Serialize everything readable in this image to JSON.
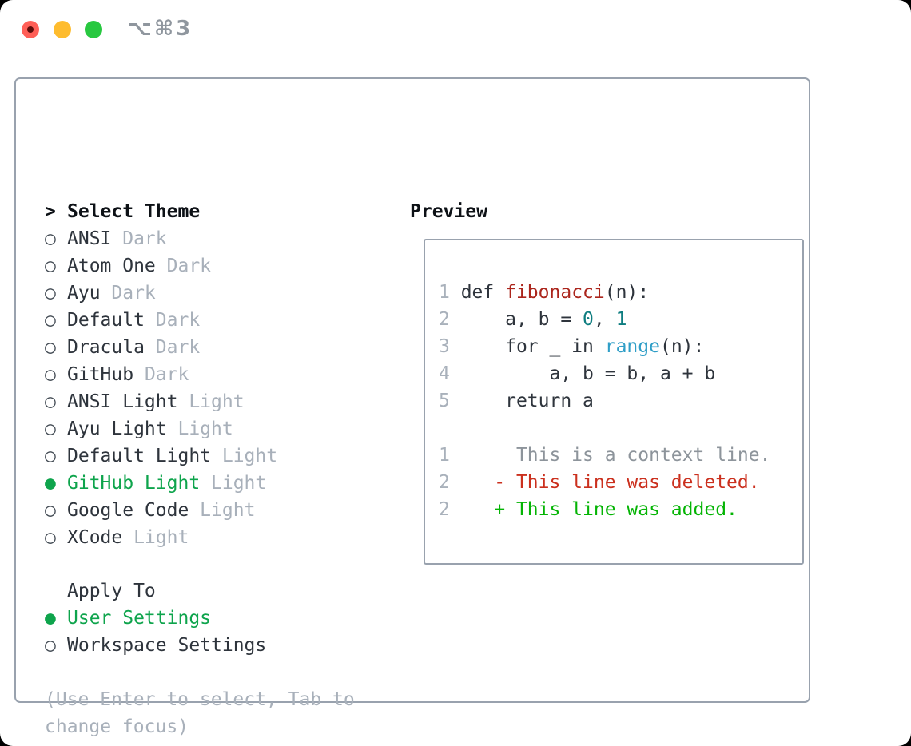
{
  "window": {
    "title_shortcut": "⌥⌘3"
  },
  "titlebar_icons": [
    "close-button",
    "minimize-button",
    "zoom-button"
  ],
  "theme_picker": {
    "prompt": ">",
    "header": "Select Theme",
    "radio_unselected_glyph": "○",
    "radio_selected_glyph": "●",
    "themes": [
      {
        "name": "ANSI",
        "variant": "Dark",
        "selected": false
      },
      {
        "name": "Atom One",
        "variant": "Dark",
        "selected": false
      },
      {
        "name": "Ayu",
        "variant": "Dark",
        "selected": false
      },
      {
        "name": "Default",
        "variant": "Dark",
        "selected": false
      },
      {
        "name": "Dracula",
        "variant": "Dark",
        "selected": false
      },
      {
        "name": "GitHub",
        "variant": "Dark",
        "selected": false
      },
      {
        "name": "ANSI Light",
        "variant": "Light",
        "selected": false
      },
      {
        "name": "Ayu Light",
        "variant": "Light",
        "selected": false
      },
      {
        "name": "Default Light",
        "variant": "Light",
        "selected": false
      },
      {
        "name": "GitHub Light",
        "variant": "Light",
        "selected": true
      },
      {
        "name": "Google Code",
        "variant": "Light",
        "selected": false
      },
      {
        "name": "XCode",
        "variant": "Light",
        "selected": false
      }
    ],
    "apply_to": {
      "header": "Apply To",
      "options": [
        {
          "label": "User Settings",
          "selected": true
        },
        {
          "label": "Workspace Settings",
          "selected": false
        }
      ]
    },
    "hint_lines": [
      "(Use Enter to select, Tab to",
      "change focus)"
    ]
  },
  "preview": {
    "header": "Preview",
    "lines": [
      {
        "segments": [
          [
            "num",
            "1"
          ],
          [
            "code",
            " def "
          ],
          [
            "func",
            "fibonacci"
          ],
          [
            "code",
            "(n):"
          ]
        ]
      },
      {
        "segments": [
          [
            "num",
            "2"
          ],
          [
            "code",
            "     a, b = "
          ],
          [
            "numlit",
            "0"
          ],
          [
            "code",
            ", "
          ],
          [
            "numlit",
            "1"
          ]
        ]
      },
      {
        "segments": [
          [
            "num",
            "3"
          ],
          [
            "code",
            "     for _ in "
          ],
          [
            "builtin",
            "range"
          ],
          [
            "code",
            "(n):"
          ]
        ]
      },
      {
        "segments": [
          [
            "num",
            "4"
          ],
          [
            "code",
            "         a, b = b, a + b"
          ]
        ]
      },
      {
        "segments": [
          [
            "num",
            "5"
          ],
          [
            "code",
            "     return a"
          ]
        ]
      },
      {
        "segments": []
      },
      {
        "segments": [
          [
            "num",
            "1"
          ],
          [
            "ctx",
            "      This is a context line."
          ]
        ]
      },
      {
        "segments": [
          [
            "num",
            "2"
          ],
          [
            "del",
            "    - This line was deleted."
          ]
        ]
      },
      {
        "segments": [
          [
            "num",
            "2"
          ],
          [
            "add",
            "    + This line was added."
          ]
        ]
      }
    ]
  },
  "colors": {
    "selected_green": "#0ea44c",
    "added_green": "#04b404",
    "deleted_red": "#cb301e",
    "function_red": "#ab251c",
    "number_teal": "#0e7d80",
    "builtin_blue": "#2f9ec7",
    "border_gray": "#99a2ae",
    "traffic_red": "#ff5f57",
    "traffic_yellow": "#febc2e",
    "traffic_green": "#28c840"
  }
}
